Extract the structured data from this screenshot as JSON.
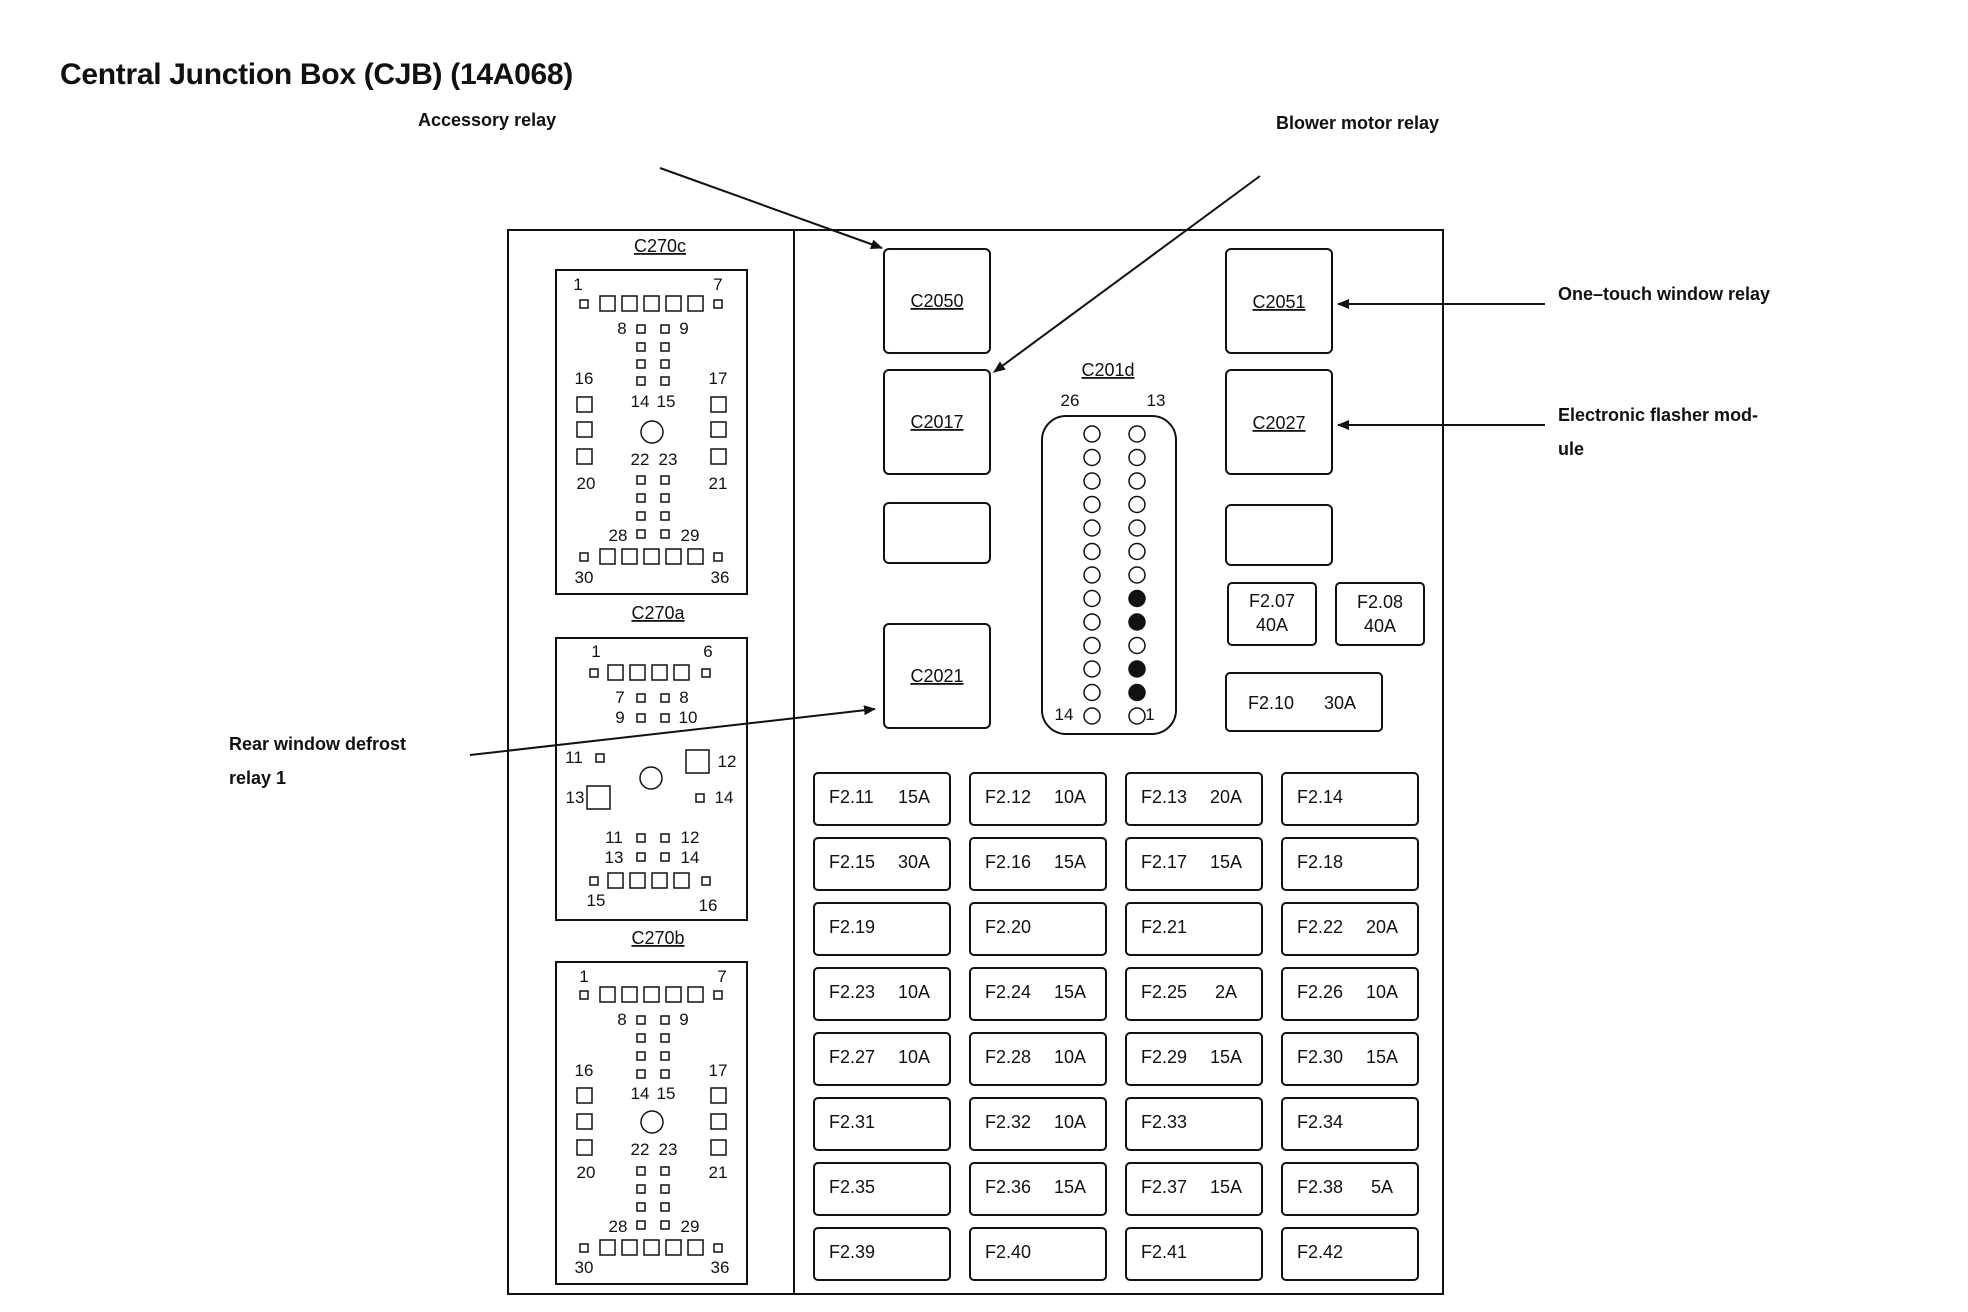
{
  "title": "Central Junction Box (CJB) (14A068)",
  "callouts": {
    "accessory_relay": "Accessory relay",
    "blower_motor_relay": "Blower motor relay",
    "one_touch_window_relay": "One–touch window relay",
    "electronic_flasher_line1": "Electronic flasher mod-",
    "electronic_flasher_line2": "ule",
    "rear_defrost_line1": "Rear window defrost",
    "rear_defrost_line2": "relay 1"
  },
  "connectors": {
    "c270c": {
      "label": "C270c",
      "pins": {
        "p1": "1",
        "p7": "7",
        "p8": "8",
        "p9": "9",
        "p16": "16",
        "p17": "17",
        "p14": "14",
        "p15": "15",
        "p22": "22",
        "p23": "23",
        "p20": "20",
        "p21": "21",
        "p28": "28",
        "p29": "29",
        "p30": "30",
        "p36": "36"
      }
    },
    "c270a": {
      "label": "C270a",
      "pins": {
        "p1": "1",
        "p6": "6",
        "p7": "7",
        "p8": "8",
        "p9": "9",
        "p10": "10",
        "p11": "11",
        "p12": "12",
        "p13": "13",
        "p14": "14",
        "p11b": "11",
        "p12b": "12",
        "p13b": "13",
        "p14b": "14",
        "p15": "15",
        "p16": "16"
      }
    },
    "c270b": {
      "label": "C270b",
      "pins": {
        "p1": "1",
        "p7": "7",
        "p8": "8",
        "p9": "9",
        "p16": "16",
        "p17": "17",
        "p14": "14",
        "p15": "15",
        "p22": "22",
        "p23": "23",
        "p20": "20",
        "p21": "21",
        "p28": "28",
        "p29": "29",
        "p30": "30",
        "p36": "36"
      }
    },
    "c201d": {
      "label": "C201d",
      "pin_26": "26",
      "pin_13": "13",
      "pin_14": "14",
      "pin_1": "1",
      "filled_right_pins": [
        8,
        9,
        11,
        12
      ]
    }
  },
  "relays": {
    "c2050": "C2050",
    "c2051": "C2051",
    "c2017": "C2017",
    "c2027": "C2027",
    "c2021": "C2021"
  },
  "small_fuses": [
    {
      "id": "F2.07",
      "rating": "40A"
    },
    {
      "id": "F2.08",
      "rating": "40A"
    }
  ],
  "fuse_f210": {
    "id": "F2.10",
    "rating": "30A"
  },
  "fuse_grid": [
    [
      {
        "id": "F2.11",
        "rating": "15A"
      },
      {
        "id": "F2.12",
        "rating": "10A"
      },
      {
        "id": "F2.13",
        "rating": "20A"
      },
      {
        "id": "F2.14",
        "rating": ""
      }
    ],
    [
      {
        "id": "F2.15",
        "rating": "30A"
      },
      {
        "id": "F2.16",
        "rating": "15A"
      },
      {
        "id": "F2.17",
        "rating": "15A"
      },
      {
        "id": "F2.18",
        "rating": ""
      }
    ],
    [
      {
        "id": "F2.19",
        "rating": ""
      },
      {
        "id": "F2.20",
        "rating": ""
      },
      {
        "id": "F2.21",
        "rating": ""
      },
      {
        "id": "F2.22",
        "rating": "20A"
      }
    ],
    [
      {
        "id": "F2.23",
        "rating": "10A"
      },
      {
        "id": "F2.24",
        "rating": "15A"
      },
      {
        "id": "F2.25",
        "rating": "2A"
      },
      {
        "id": "F2.26",
        "rating": "10A"
      }
    ],
    [
      {
        "id": "F2.27",
        "rating": "10A"
      },
      {
        "id": "F2.28",
        "rating": "10A"
      },
      {
        "id": "F2.29",
        "rating": "15A"
      },
      {
        "id": "F2.30",
        "rating": "15A"
      }
    ],
    [
      {
        "id": "F2.31",
        "rating": ""
      },
      {
        "id": "F2.32",
        "rating": "10A"
      },
      {
        "id": "F2.33",
        "rating": ""
      },
      {
        "id": "F2.34",
        "rating": ""
      }
    ],
    [
      {
        "id": "F2.35",
        "rating": ""
      },
      {
        "id": "F2.36",
        "rating": "15A"
      },
      {
        "id": "F2.37",
        "rating": "15A"
      },
      {
        "id": "F2.38",
        "rating": "5A"
      }
    ],
    [
      {
        "id": "F2.39",
        "rating": ""
      },
      {
        "id": "F2.40",
        "rating": ""
      },
      {
        "id": "F2.41",
        "rating": ""
      },
      {
        "id": "F2.42",
        "rating": ""
      }
    ]
  ]
}
